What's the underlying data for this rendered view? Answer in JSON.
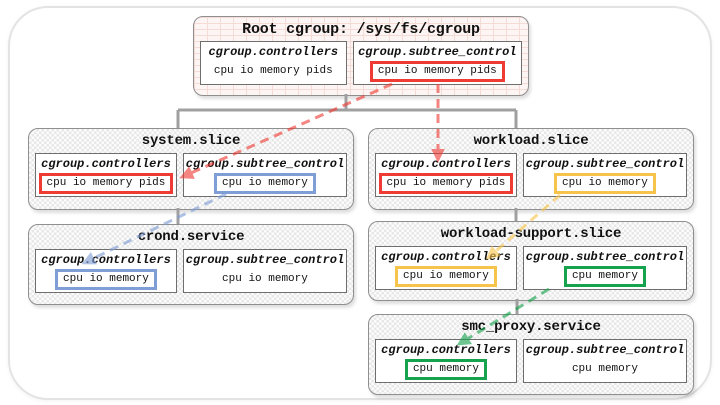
{
  "colors": {
    "red": "#ee3b33",
    "blue": "#7f9ed5",
    "yellow": "#f6c44a",
    "green": "#17a34d",
    "connector": "#a0a0a0"
  },
  "nodes": [
    {
      "id": "root",
      "title": "Root cgroup: /sys/fs/cgroup",
      "controllers": {
        "label": "cgroup.controllers",
        "value": "cpu io memory pids",
        "highlight": "none"
      },
      "subtree": {
        "label": "cgroup.subtree_control",
        "value": "cpu io memory pids",
        "highlight": "red"
      }
    },
    {
      "id": "system-slice",
      "title": "system.slice",
      "controllers": {
        "label": "cgroup.controllers",
        "value": "cpu io memory pids",
        "highlight": "red"
      },
      "subtree": {
        "label": "cgroup.subtree_control",
        "value": "cpu io memory",
        "highlight": "blue"
      }
    },
    {
      "id": "crond-service",
      "title": "crond.service",
      "controllers": {
        "label": "cgroup.controllers",
        "value": "cpu io memory",
        "highlight": "blue"
      },
      "subtree": {
        "label": "cgroup.subtree_control",
        "value": "cpu io memory",
        "highlight": "none"
      }
    },
    {
      "id": "workload-slice",
      "title": "workload.slice",
      "controllers": {
        "label": "cgroup.controllers",
        "value": "cpu io memory pids",
        "highlight": "red"
      },
      "subtree": {
        "label": "cgroup.subtree_control",
        "value": "cpu io memory",
        "highlight": "yellow"
      }
    },
    {
      "id": "workload-support-slice",
      "title": "workload-support.slice",
      "controllers": {
        "label": "cgroup.controllers",
        "value": "cpu io memory",
        "highlight": "yellow"
      },
      "subtree": {
        "label": "cgroup.subtree_control",
        "value": "cpu memory",
        "highlight": "green"
      }
    },
    {
      "id": "smc-proxy-service",
      "title": "smc_proxy.service",
      "controllers": {
        "label": "cgroup.controllers",
        "value": "cpu memory",
        "highlight": "green"
      },
      "subtree": {
        "label": "cgroup.subtree_control",
        "value": "cpu memory",
        "highlight": "none"
      }
    }
  ]
}
